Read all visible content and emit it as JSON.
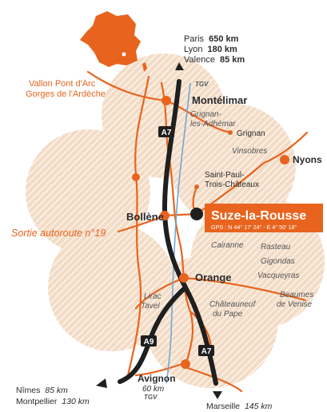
{
  "colors": {
    "road_orange": "#e8641e",
    "motorway": "#1f1f1f",
    "tgv": "#6fa9d6",
    "zone": "#f3dcc6",
    "france": "#e8641e",
    "text": "#2b2b2b"
  },
  "north_destinations": {
    "paris_name": "Paris",
    "paris_km": "650 km",
    "lyon_name": "Lyon",
    "lyon_km": "180 km",
    "valence_name": "Valence",
    "valence_km": "85 km"
  },
  "west_labels": {
    "line1": "Vallon Pont d'Arc",
    "line2": "Gorges de l'Ardèche"
  },
  "towns": {
    "montelimar": "Montélimar",
    "grignan_adhemar_1": "Grignan-",
    "grignan_adhemar_2": "les-Adhémar",
    "grignan": "Grignan",
    "vinsobres": "Vinsobres",
    "nyons": "Nyons",
    "saint_paul_1": "Saint-Paul-",
    "saint_paul_2": "Trois-Châteaux",
    "bollene": "Bollène",
    "cairanne": "Cairanne",
    "rasteau": "Rasteau",
    "gigondas": "Gigondas",
    "vacqueyras": "Vacqueyras",
    "orange": "Orange",
    "beaumes_1": "Beaumes",
    "beaumes_2": "de Venise",
    "lirac": "Lirac",
    "tavel": "Tavel",
    "chateauneuf_1": "Châteauneuf",
    "chateauneuf_2": "du Pape",
    "avignon": "Avignon",
    "avignon_km": "60 km"
  },
  "motorway_labels": {
    "a7_north": "A7",
    "a7_south": "A7",
    "a9": "A9"
  },
  "tgv_labels": {
    "north": "TGV",
    "south": "TGV"
  },
  "exit_label": "Sortie autoroute n°19",
  "destination": {
    "name": "Suze-la-Rousse",
    "gps": "GPS : N 44° 17' 24\" - E 4° 50' 18\""
  },
  "south_destinations": {
    "nimes_name": "Nîmes",
    "nimes_km": "85 km",
    "montpellier_name": "Montpellier",
    "montpellier_km": "130 km",
    "marseille_name": "Marseille",
    "marseille_km": "145 km"
  },
  "icons": {
    "france_map": "france-outline-icon",
    "north_arrow": "arrow-up-icon",
    "sw_arrow": "arrow-left-icon",
    "south_arrow": "arrow-down-icon"
  }
}
